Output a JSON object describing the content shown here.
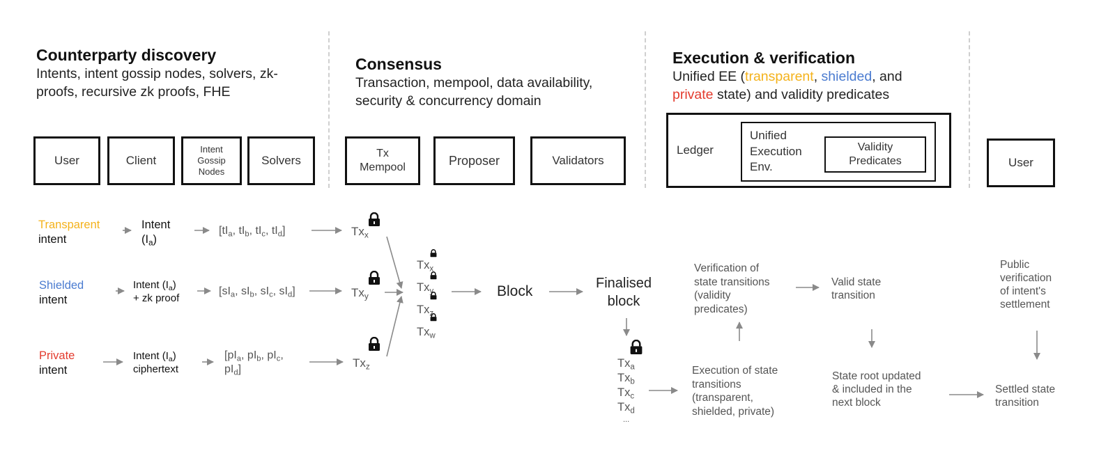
{
  "sections": {
    "counterparty": {
      "title": "Counterparty discovery",
      "subtitle_line1": "Intents, intent gossip nodes, solvers, zk-",
      "subtitle_line2": "proofs, recursive zk proofs, FHE"
    },
    "consensus": {
      "title": "Consensus",
      "subtitle_line1": "Transaction, mempool, data availability,",
      "subtitle_line2": "security & concurrency domain"
    },
    "execution": {
      "title": "Execution & verification",
      "subtitle_pre": "Unified EE (",
      "subtitle_transparent": "transparent",
      "subtitle_comma": ", ",
      "subtitle_shielded": "shielded",
      "subtitle_and": ", and",
      "subtitle_private": "private",
      "subtitle_post": " state) and validity predicates"
    }
  },
  "actors": {
    "user": "User",
    "client": "Client",
    "gossip_line1": "Intent",
    "gossip_line2": "Gossip",
    "gossip_line3": "Nodes",
    "solvers": "Solvers",
    "mempool_line1": "Tx",
    "mempool_line2": "Mempool",
    "proposer": "Proposer",
    "validators": "Validators",
    "ledger": "Ledger",
    "uee_line1": "Unified",
    "uee_line2": "Execution",
    "uee_line3": "Env.",
    "vp_line1": "Validity",
    "vp_line2": "Predicates",
    "user_end": "User"
  },
  "intents": {
    "transparent_kind": "Transparent",
    "shielded_kind": "Shielded",
    "private_kind": "Private",
    "intent_word": "intent",
    "transparent_label": "Intent",
    "shielded_label": "Intent (I",
    "shielded_proof": "+ zk proof",
    "private_label": "Intent (I",
    "private_cipher": "ciphertext",
    "sub_a": "a"
  },
  "fragments": {
    "t_prefix": "tI",
    "s_prefix": "sI",
    "p_prefix": "pI",
    "subs": [
      "a",
      "b",
      "c",
      "d"
    ]
  },
  "txs": {
    "tx": "Tx",
    "x": "x",
    "y": "y",
    "z": "z",
    "w": "w",
    "a": "a",
    "b": "b",
    "c": "c",
    "d": "d",
    "ellipsis": "..."
  },
  "flow": {
    "block": "Block",
    "finalised_line1": "Finalised",
    "finalised_line2": "block",
    "verification": [
      "Verification of",
      "state transitions",
      "(validity",
      "predicates)"
    ],
    "valid_state": [
      "Valid state",
      "transition"
    ],
    "execution": [
      "Execution of state",
      "transitions",
      "(transparent,",
      "shielded, private)"
    ],
    "state_root": [
      "State root updated",
      "& included in the",
      "next block"
    ],
    "public_verification": [
      "Public",
      "verification",
      "of intent's",
      "settlement"
    ],
    "settled": [
      "Settled state",
      "transition"
    ]
  },
  "colors": {
    "transparent": "#f4b21b",
    "shielded": "#4a7bd0",
    "private": "#e33b2e",
    "arrow": "#8a8a8a"
  }
}
